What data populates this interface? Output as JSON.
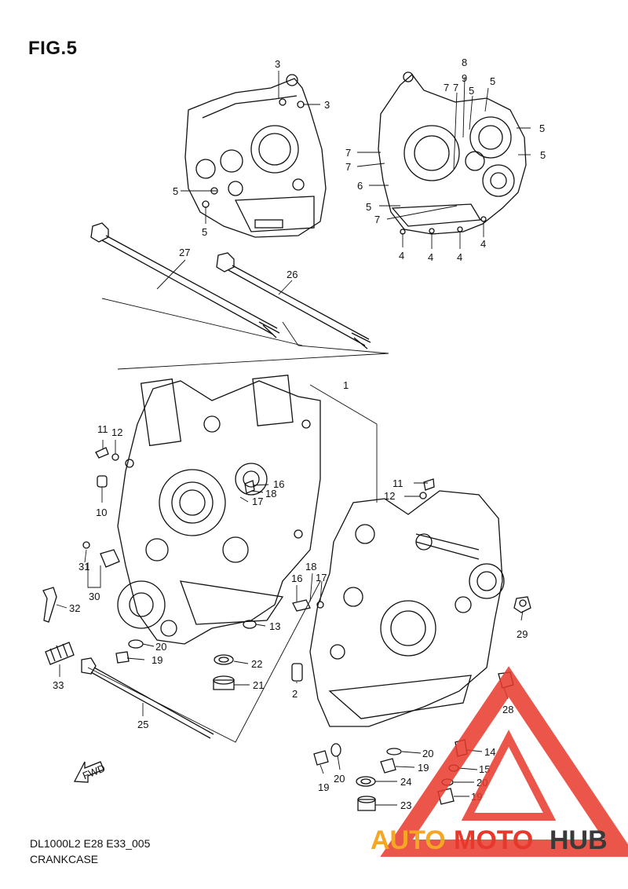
{
  "figure": {
    "title": "FIG.5"
  },
  "footer": {
    "code": "DL1000L2 E28 E33_005",
    "name": "CRANKCASE"
  },
  "direction_marker": {
    "text": "FWD"
  },
  "watermark": {
    "auto": "AUTO",
    "moto": "MOTO",
    "hub": "HUB",
    "color_red": "#e8382b",
    "color_orange": "#f5a623",
    "color_dark": "#3a3a3a"
  },
  "callouts": [
    "1",
    "2",
    "3",
    "3",
    "4",
    "4",
    "4",
    "4",
    "5",
    "5",
    "5",
    "5",
    "5",
    "5",
    "5",
    "6",
    "7",
    "7",
    "7",
    "7",
    "7",
    "8",
    "9",
    "10",
    "11",
    "11",
    "12",
    "12",
    "13",
    "14",
    "15",
    "16",
    "16",
    "17",
    "17",
    "18",
    "18",
    "19",
    "19",
    "19",
    "19",
    "20",
    "20",
    "20",
    "20",
    "21",
    "22",
    "23",
    "24",
    "25",
    "26",
    "27",
    "28",
    "29",
    "30",
    "31",
    "32",
    "33"
  ]
}
